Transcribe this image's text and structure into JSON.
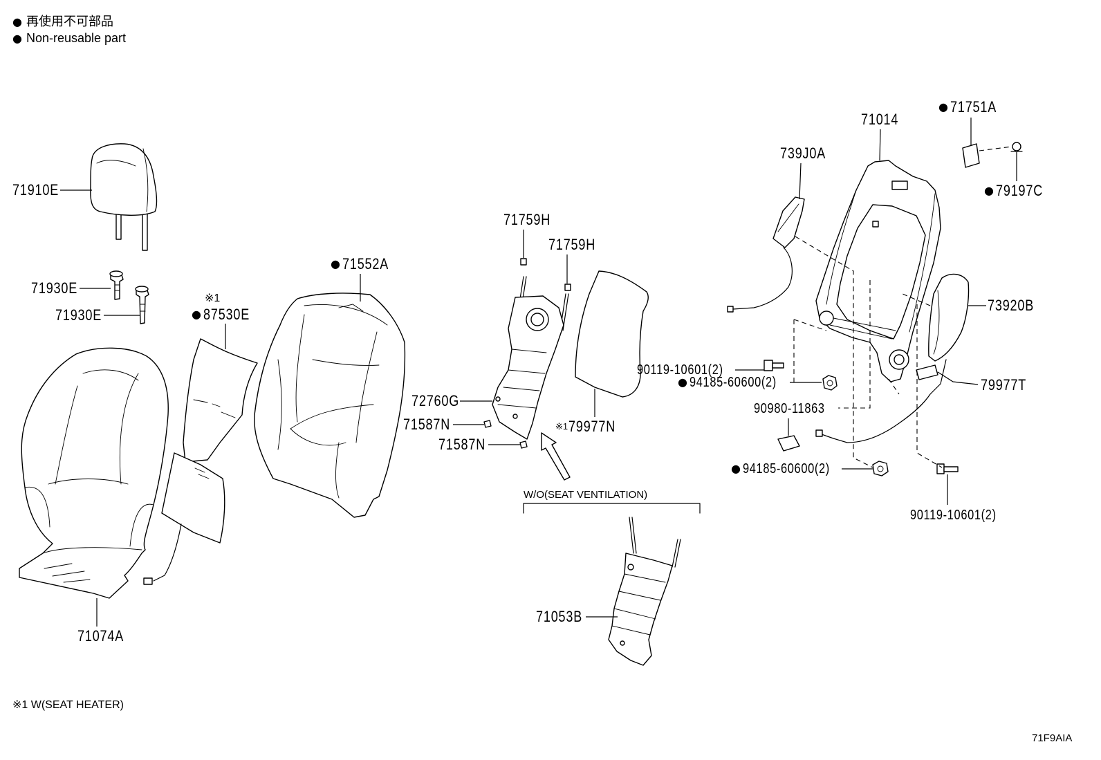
{
  "legend": {
    "symbol": "●",
    "line_ja": "再使用不可部品",
    "line_en": "Non-reusable part"
  },
  "callouts": [
    {
      "number": "71910E"
    },
    {
      "number": "71930E"
    },
    {
      "number": "71930E"
    },
    {
      "number": "87530E",
      "note": "※1",
      "nonreusable": true
    },
    {
      "number": "71552A",
      "nonreusable": true
    },
    {
      "number": "71074A"
    },
    {
      "number": "71759H"
    },
    {
      "number": "71759H"
    },
    {
      "number": "72760G"
    },
    {
      "number": "71587N"
    },
    {
      "number": "71587N"
    },
    {
      "number": "79977N",
      "note": "※1"
    },
    {
      "number": "71053B"
    },
    {
      "number": "739J0A"
    },
    {
      "number": "71014"
    },
    {
      "number": "71751A",
      "nonreusable": true
    },
    {
      "number": "79197C",
      "nonreusable": true
    },
    {
      "number": "73920B"
    },
    {
      "number": "90119-10601(2)"
    },
    {
      "number": "94185-60600(2)",
      "nonreusable": true
    },
    {
      "number": "79977T"
    },
    {
      "number": "90980-11863"
    },
    {
      "number": "94185-60600(2)",
      "nonreusable": true
    },
    {
      "number": "90119-10601(2)"
    }
  ],
  "variant_group": {
    "label": "W/O(SEAT VENTILATION)"
  },
  "footnote": "※1 W(SEAT HEATER)",
  "illustration_code": "71F9AIA"
}
